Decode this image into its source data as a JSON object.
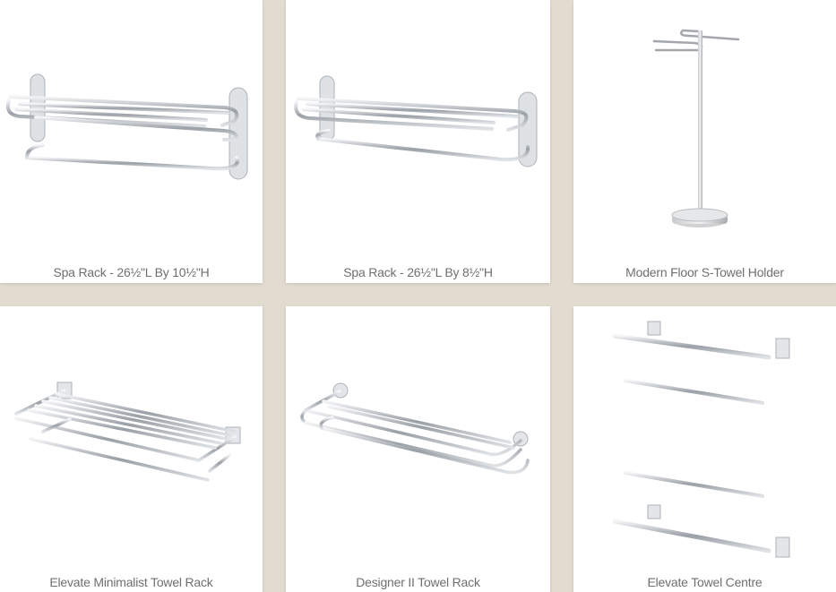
{
  "products": [
    {
      "title": "Spa Rack - 26½\"L By 10½\"H",
      "image": "spa-rack-triple-bar-chrome"
    },
    {
      "title": "Spa Rack - 26½\"L By 8½\"H",
      "image": "spa-rack-double-bar-chrome"
    },
    {
      "title": "Modern Floor S-Towel Holder",
      "image": "floor-s-towel-holder-satin-nickel"
    },
    {
      "title": "Elevate Minimalist Towel Rack",
      "image": "minimalist-towel-rack-chrome"
    },
    {
      "title": "Designer II Towel Rack",
      "image": "designer-ii-towel-rack-chrome"
    },
    {
      "title": "Elevate Towel Centre",
      "image": "elevate-towel-centre-chrome"
    }
  ],
  "colors": {
    "background": "#e2dbcf",
    "card": "#ffffff",
    "title_text": "#6f6f6f",
    "chrome": "#b8bcc2"
  }
}
